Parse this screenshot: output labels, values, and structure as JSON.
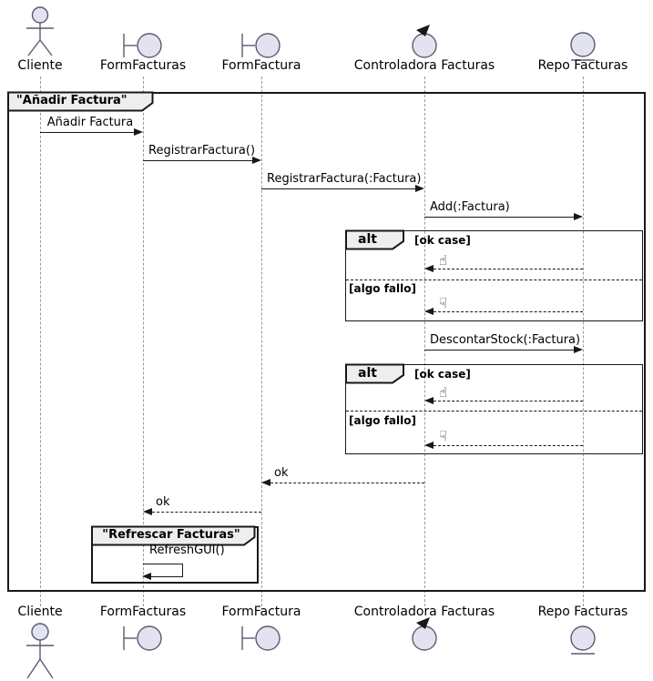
{
  "diagram": {
    "kind": "uml-sequence",
    "outer_frame_title": "\"Añadir Factura\"",
    "inner_frame_title": "\"Refrescar Facturas\"",
    "participants": [
      {
        "name": "Cliente",
        "type": "actor"
      },
      {
        "name": "FormFacturas",
        "type": "boundary"
      },
      {
        "name": "FormFactura",
        "type": "boundary"
      },
      {
        "name": "Controladora Facturas",
        "type": "control"
      },
      {
        "name": "Repo Facturas",
        "type": "entity"
      }
    ],
    "messages": {
      "anadir_factura": "Añadir Factura",
      "registrar_factura": "RegistrarFactura()",
      "registrar_factura_param": "RegistrarFactura(:Factura)",
      "add_factura": "Add(:Factura)",
      "descontar_stock": "DescontarStock(:Factura)",
      "ok_reply_1": "ok",
      "ok_reply_2": "ok",
      "refresh_gui": "RefreshGUI()"
    },
    "alt_block_1": {
      "operator": "alt",
      "guard_ok": "[ok case]",
      "guard_fail": "[algo fallo]"
    },
    "alt_block_2": {
      "operator": "alt",
      "guard_ok": "[ok case]",
      "guard_fail": "[algo fallo]"
    },
    "icons": {
      "thumb_up": "☝",
      "thumb_down": "☟"
    },
    "colors": {
      "participant_fill": "#E2E2F0",
      "frame_tab_fill": "#EEEEEE",
      "border": "#181818",
      "lifeline": "#9A9A9A"
    }
  }
}
